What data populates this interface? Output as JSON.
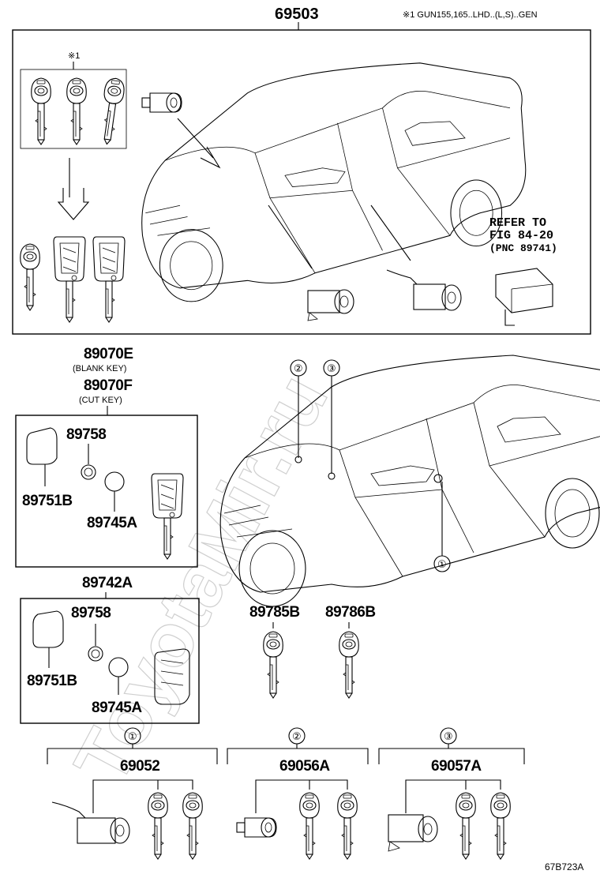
{
  "header": {
    "main_part_number": "69503",
    "footnote": "※1 GUN155,165..LHD..(L,S)..GEN"
  },
  "top_box": {
    "group_marker": "※1",
    "refer_line1": "REFER TO",
    "refer_line2": "FIG 84-20",
    "refer_line3": "(PNC 89741)"
  },
  "transmitter_set": {
    "part_blank": "89070E",
    "blank_note": "(BLANK KEY)",
    "part_cut": "89070F",
    "cut_note": "(CUT KEY)",
    "box1_parts": {
      "cover": "89758",
      "case": "89751B",
      "battery": "89745A"
    },
    "part_b": "89742A",
    "box2_parts": {
      "cover": "89758",
      "case": "89751B",
      "battery": "89745A"
    }
  },
  "car_callouts": [
    "①",
    "②",
    "③"
  ],
  "keys": {
    "key1": "89785B",
    "key2": "89786B"
  },
  "bottom_sets": [
    {
      "callout": "①",
      "part": "69052"
    },
    {
      "callout": "②",
      "part": "69056A"
    },
    {
      "callout": "③",
      "part": "69057A"
    }
  ],
  "watermark": "ToyotaMir.ru",
  "figure_id": "67B723A"
}
